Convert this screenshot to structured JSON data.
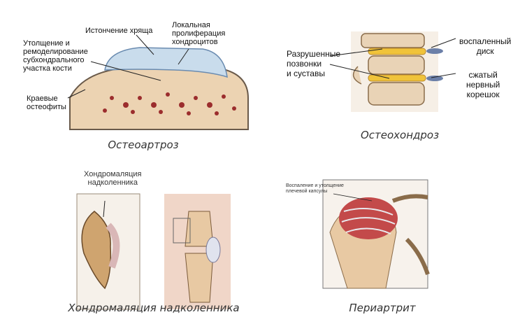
{
  "panels": {
    "osteoarthrosis": {
      "caption": "Остеоартроз",
      "labels": {
        "cartilage_thinning": "Истончение хряща",
        "local_proliferation": "Локальная\nпролиферация\nхондроцитов",
        "subchondral": "Утолщение и\nремоделирование\nсубхондрального\nучастка кости",
        "osteophytes": "Краевые\nостеофиты"
      }
    },
    "osteochondrosis": {
      "caption": "Остеохондроз",
      "labels": {
        "destroyed": "Разрушенные\nпозвонки\nи суставы",
        "inflamed_disc": "воспаленный\nдиск",
        "compressed_root": "сжатый\nнервный\nкорешок"
      }
    },
    "chondromalacia": {
      "caption": "Хондромаляция надколенника",
      "labels": {
        "patella": "Хондромаляция\nнадколенника"
      }
    },
    "periarthritis": {
      "caption": "Периартрит",
      "labels": {
        "capsule": "Воспаление и утолщение\nплечевой капсулы"
      }
    }
  },
  "colors": {
    "bone": "#e8c9a3",
    "cartilage": "#c9dcec",
    "lesion": "#9b2d2d",
    "muscle": "#c34a4a",
    "disc": "#f0c33a"
  }
}
